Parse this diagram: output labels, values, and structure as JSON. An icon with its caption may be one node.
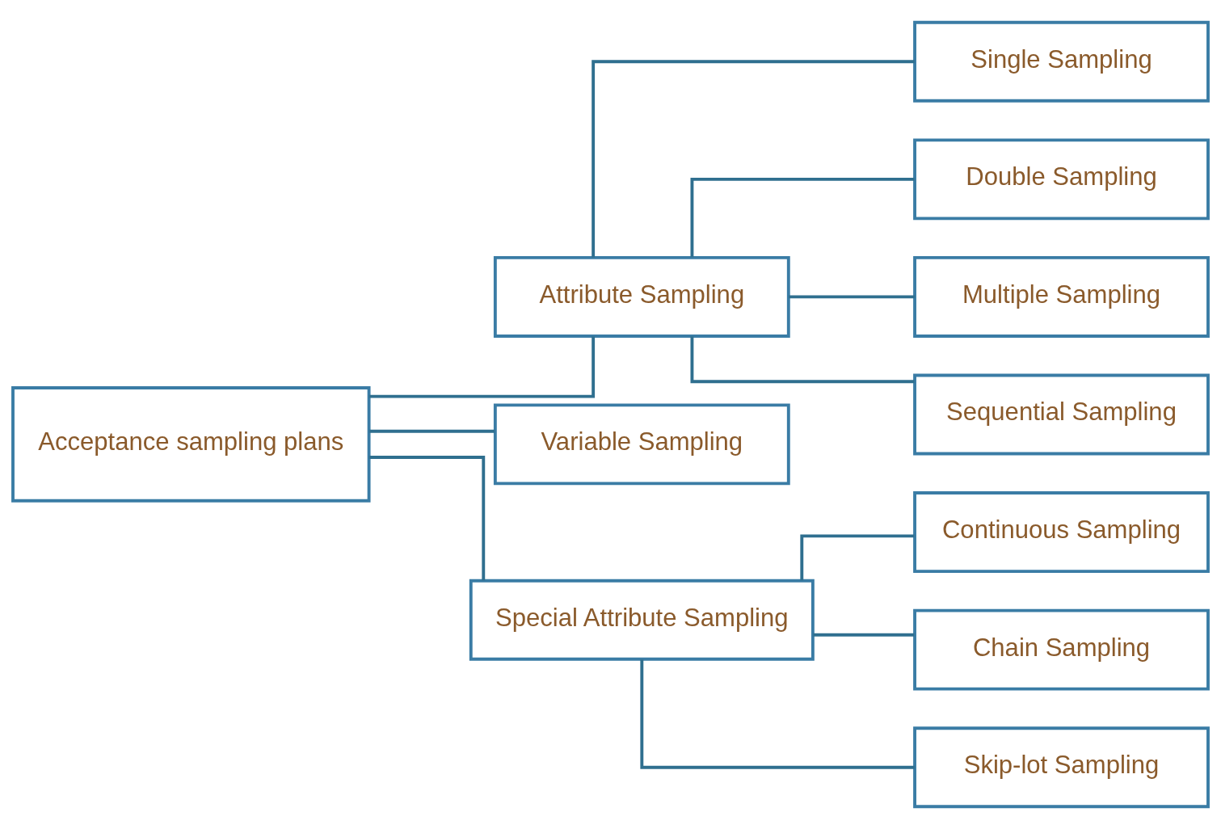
{
  "diagram": {
    "nodes": [
      {
        "text": [
          "Acceptance sampling plans"
        ]
      },
      {
        "text": [
          "Attribute Sampling"
        ]
      },
      {
        "text": [
          "Variable Sampling"
        ]
      },
      {
        "text": [
          "Special Attribute Sampling"
        ]
      },
      {
        "text": [
          "Single Sampling"
        ]
      },
      {
        "text": [
          "Double Sampling"
        ]
      },
      {
        "text": [
          "Multiple Sampling"
        ]
      },
      {
        "text": [
          "Sequential Sampling"
        ]
      },
      {
        "text": [
          "Continuous Sampling"
        ]
      },
      {
        "text": [
          "Chain Sampling"
        ]
      },
      {
        "text": [
          "Skip-lot Sampling"
        ]
      }
    ],
    "edges": [
      {
        "from": 0,
        "to": 1,
        "arrow": "none"
      },
      {
        "from": 0,
        "to": 2,
        "arrow": "none"
      },
      {
        "from": 0,
        "to": 3,
        "arrow": "none"
      },
      {
        "from": 1,
        "to": 4,
        "arrow": "none"
      },
      {
        "from": 1,
        "to": 5,
        "arrow": "none"
      },
      {
        "from": 1,
        "to": 6,
        "arrow": "none"
      },
      {
        "from": 1,
        "to": 7,
        "arrow": "none"
      },
      {
        "from": 3,
        "to": 8,
        "arrow": "none"
      },
      {
        "from": 3,
        "to": 9,
        "arrow": "none"
      },
      {
        "from": 3,
        "to": 10,
        "arrow": "none"
      }
    ]
  }
}
